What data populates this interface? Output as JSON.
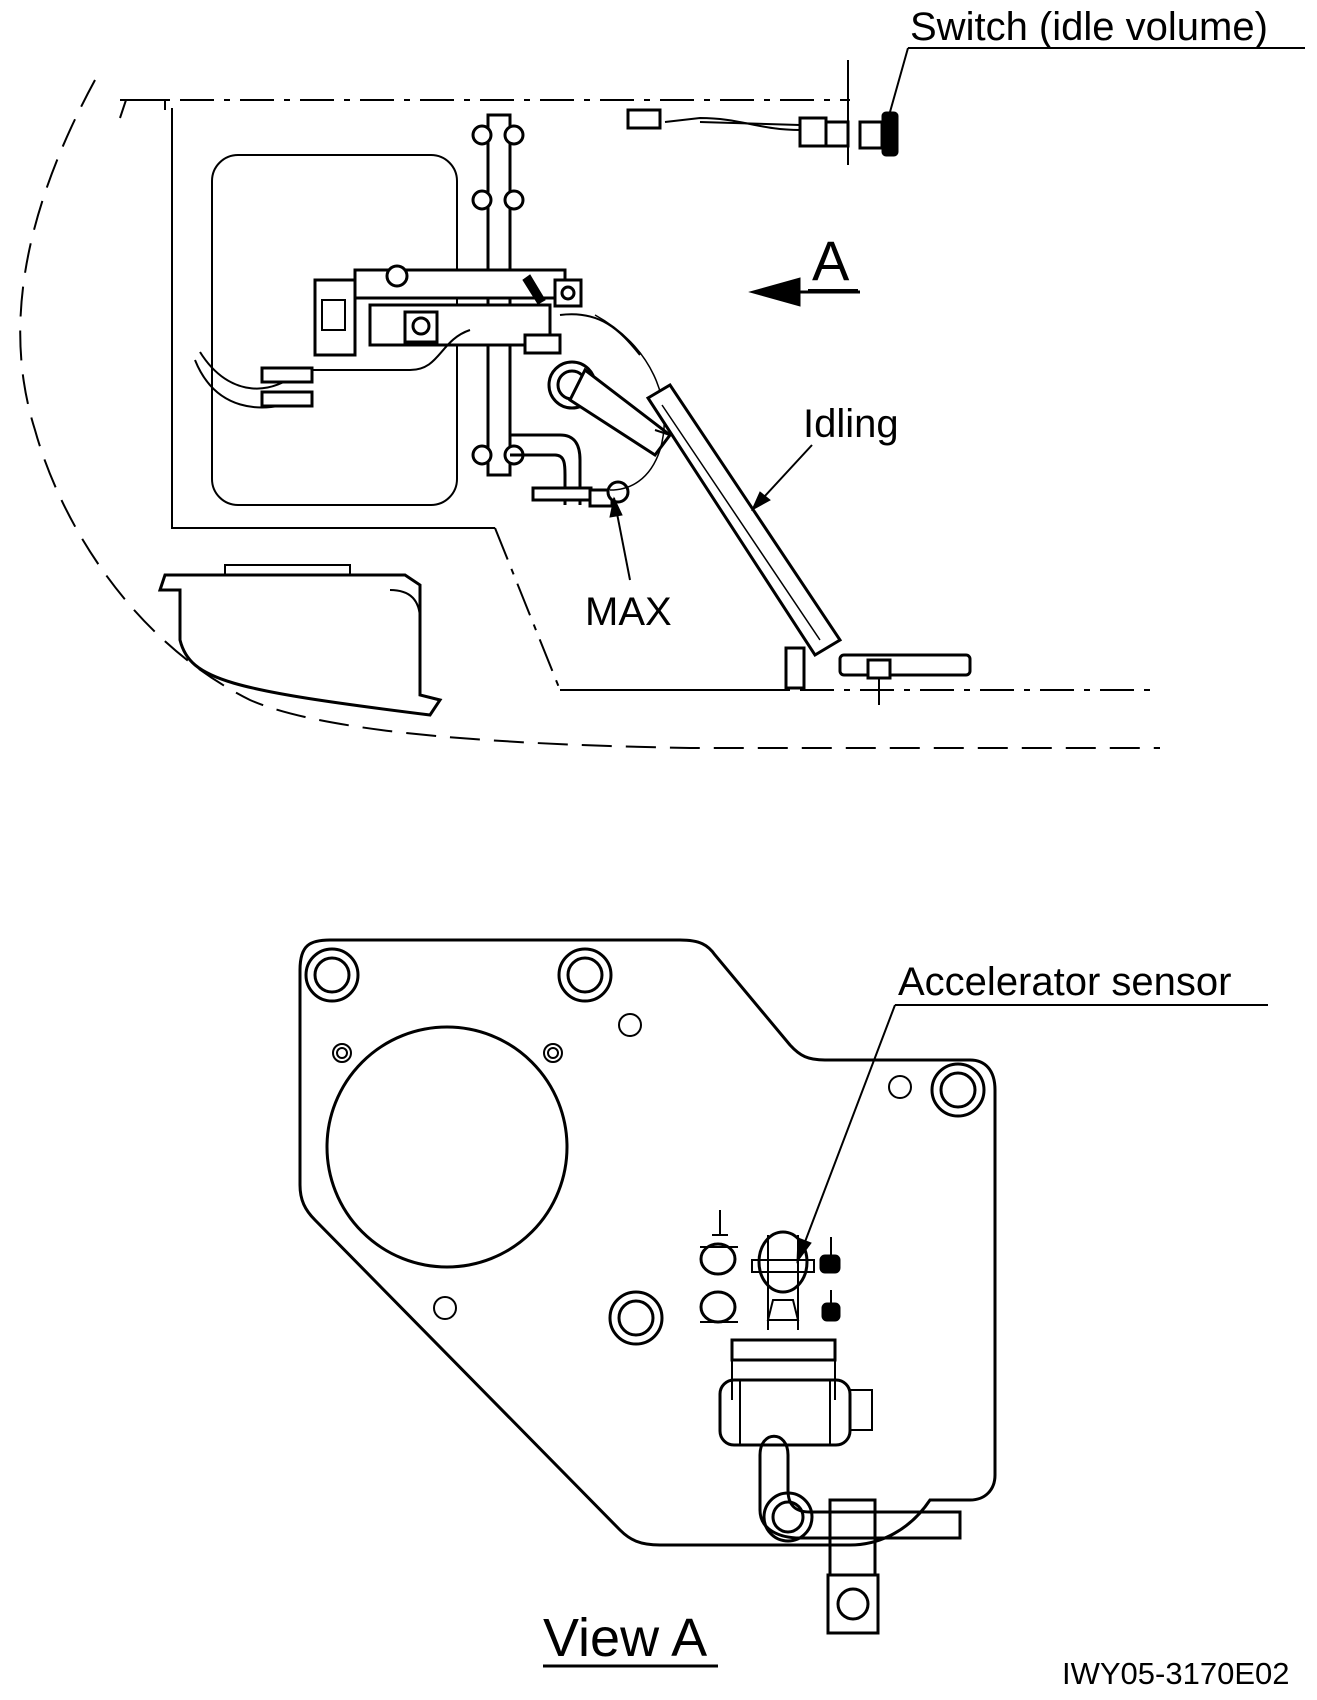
{
  "labels": {
    "switch_idle_volume": "Switch (idle volume)",
    "view_arrow_letter": "A",
    "idling": "Idling",
    "max": "MAX",
    "accelerator_sensor": "Accelerator sensor",
    "view_a": "View A",
    "figure_code": "IWY05-3170E02"
  }
}
